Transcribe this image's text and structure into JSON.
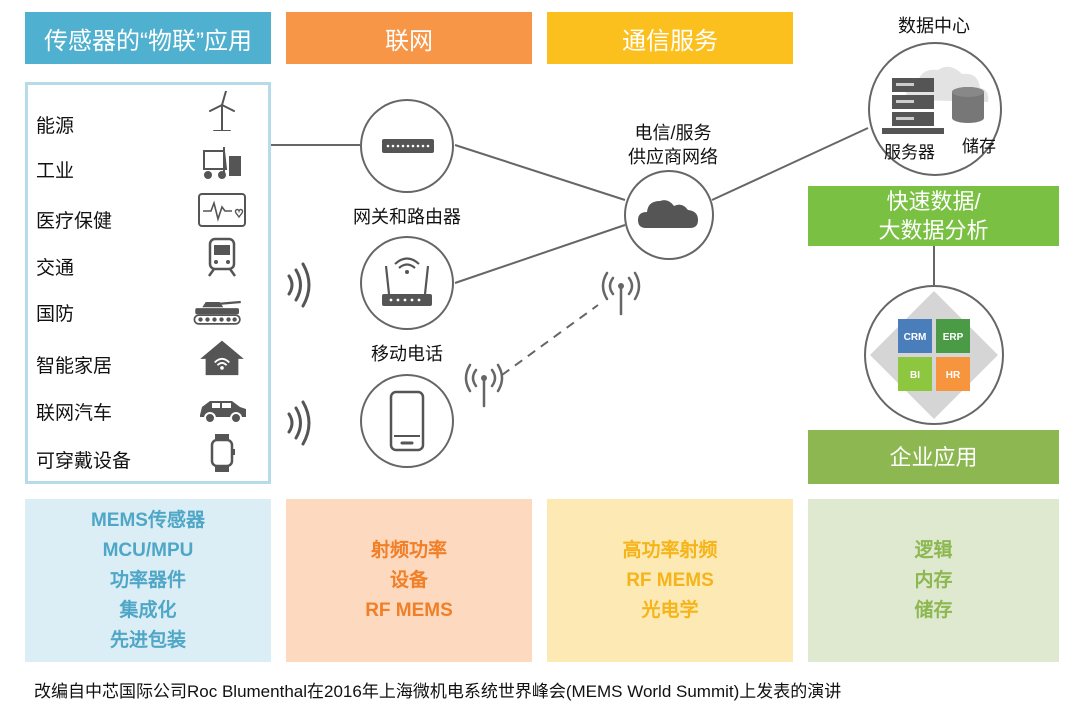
{
  "headers": {
    "iot": "传感器的“物联”应用",
    "network": "联网",
    "telecom": "通信服务"
  },
  "sensors": [
    {
      "label": "能源",
      "icon": "wind-turbine-icon"
    },
    {
      "label": "工业",
      "icon": "forklift-icon"
    },
    {
      "label": "医疗保健",
      "icon": "heart-monitor-icon"
    },
    {
      "label": "交通",
      "icon": "train-icon"
    },
    {
      "label": "国防",
      "icon": "tank-icon"
    },
    {
      "label": "智能家居",
      "icon": "smart-home-icon"
    },
    {
      "label": "联网汽车",
      "icon": "car-icon"
    },
    {
      "label": "可穿戴设备",
      "icon": "smartwatch-icon"
    }
  ],
  "network": {
    "gateway_label": "网关和路由器",
    "mobile_label": "移动电话"
  },
  "telecom": {
    "cloud_label_line1": "电信/服务",
    "cloud_label_line2": "供应商网络"
  },
  "datacenter": {
    "title": "数据中心",
    "servers": "服务器",
    "storage": "储存"
  },
  "analytics": {
    "line1": "快速数据/",
    "line2": "大数据分析"
  },
  "enterprise": {
    "tiles": [
      "CRM",
      "ERP",
      "BI",
      "HR"
    ],
    "label": "企业应用"
  },
  "bottom": {
    "col1": [
      "MEMS传感器",
      "MCU/MPU",
      "功率器件",
      "集成化",
      "先进包装"
    ],
    "col2": [
      "射频功率",
      "设备",
      "RF MEMS"
    ],
    "col3": [
      "高功率射频",
      "RF MEMS",
      "光电学"
    ],
    "col4": [
      "逻辑",
      "内存",
      "储存"
    ]
  },
  "footer": "改编自中芯国际公司Roc Blumenthal在2016年上海微机电系统世界峰会(MEMS World Summit)上发表的演讲",
  "colors": {
    "blue_header": "#4fb0cf",
    "orange_header": "#f79646",
    "yellow_header": "#fbbf1e",
    "green": "#7ac143",
    "green_dark": "#8db751",
    "bottom1": "#dbeef5",
    "bottom2": "#fdd9bf",
    "bottom3": "#fde9b3",
    "bottom4": "#dfe9cf"
  }
}
